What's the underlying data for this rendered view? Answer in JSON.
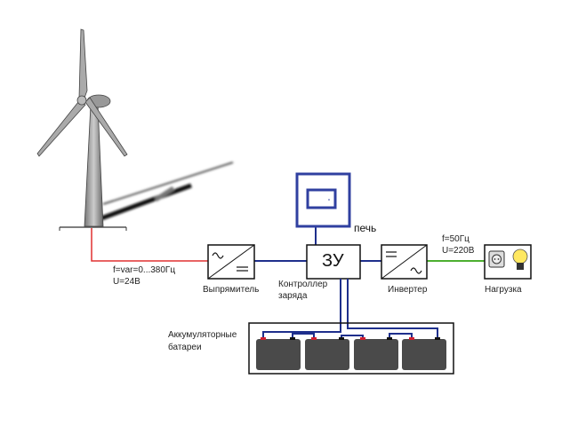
{
  "labels": {
    "input_freq": "f=var=0...380Гц",
    "input_voltage": "U=24В",
    "rectifier": "Выпрямитель",
    "controller_line1": "Контроллер",
    "controller_line2": "заряда",
    "charger": "ЗУ",
    "oven": "печь",
    "inverter": "Инвертер",
    "output_freq": "f=50Гц",
    "output_voltage": "U=220В",
    "load": "Нагрузка",
    "batteries_line1": "Аккумуляторные",
    "batteries_line2": "батареи"
  },
  "colors": {
    "generator_line": "#e03030",
    "dc_line": "#1e2f8c",
    "ac_line": "#4caf30",
    "oven_frame": "#3040a0",
    "battery": "#4a4a4a",
    "terminal_positive": "#d02030",
    "terminal_negative": "#111111"
  }
}
